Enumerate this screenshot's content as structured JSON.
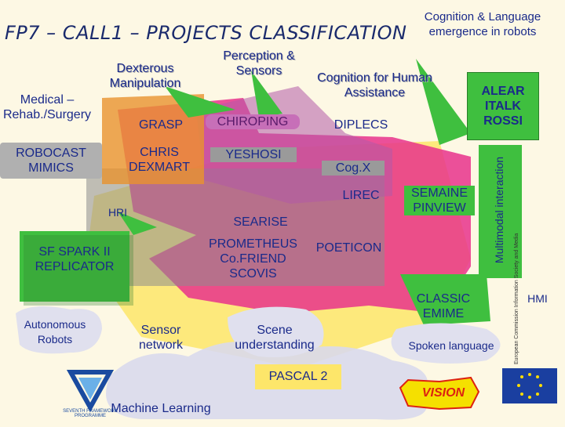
{
  "title": "FP7 – CALL1 – PROJECTS CLASSIFICATION",
  "categories": {
    "dexterous": "Dexterous Manipulation",
    "perception": "Perception & Sensors",
    "cognition_emergence": "Cognition & Language emergence in robots",
    "cognition_human": "Cognition for Human Assistance",
    "medical": "Medical – Rehab./Surgery",
    "hri": "HRI",
    "autonomous": "Autonomous Robots",
    "sensor_network": "Sensor network",
    "scene": "Scene understanding",
    "spoken": "Spoken language",
    "hmi": "HMI",
    "machine_learning": "Machine Learning",
    "multimodal": "Multimodal interaction"
  },
  "projects": {
    "grasp": "GRASP",
    "chiroping": "CHIROPING",
    "diplecs": "DIPLECS",
    "alear": "ALEAR ITALK ROSSI",
    "robocast": "ROBOCAST MIMICS",
    "chris": "CHRIS DEXMART",
    "yeshosi": "YESHOSI",
    "cogx": "Cog.X",
    "lirec": "LIREC",
    "semaine": "SEMAINE PINVIEW",
    "searise": "SEARISE",
    "prometheus": "PROMETHEUS Co.FRIEND SCOVIS",
    "poeticon": "POETICON",
    "sf": "SF SPARK II REPLICATOR",
    "classic": "CLASSIC EMIME",
    "pascal": "PASCAL 2"
  },
  "logos": {
    "fp7": "SEVENTH FRAMEWORK PROGRAMME",
    "vision": "VISION",
    "ec": "European Commission Information Society and Media"
  },
  "colors": {
    "title": "#1a2a6c",
    "text": "#1a2a8a",
    "green": "#3fbf3f",
    "yellow": "#fff57a",
    "pink": "#e8328c",
    "grey": "#9a9a9a",
    "orange": "#e8922e"
  }
}
